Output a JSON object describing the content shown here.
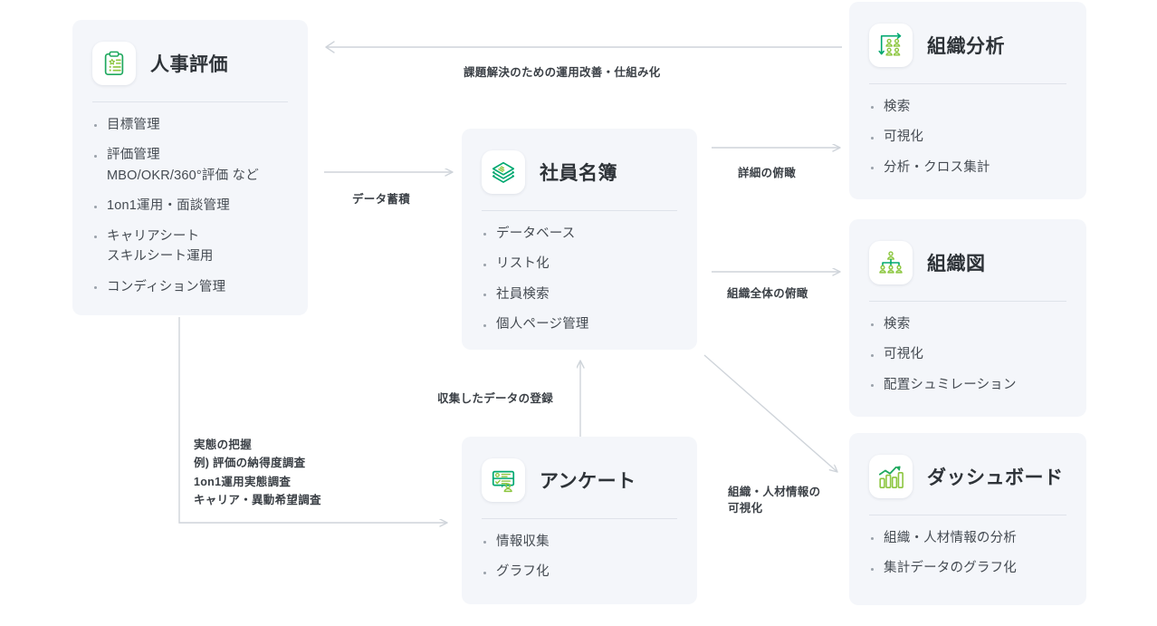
{
  "diagram": {
    "title": "HR system relationship diagram",
    "accent_color": "#22b573",
    "card_bg": "#f4f6fa",
    "arrow_color": "#cfd4da"
  },
  "cards": {
    "hr_evaluation": {
      "title": "人事評価",
      "icon": "clipboard-check-icon",
      "items": [
        {
          "main": "目標管理",
          "sub": ""
        },
        {
          "main": "評価管理",
          "sub": "MBO/OKR/360°評価 など"
        },
        {
          "main": "1on1運用・面談管理",
          "sub": ""
        },
        {
          "main": "キャリアシート",
          "sub": "スキルシート運用"
        },
        {
          "main": "コンディション管理",
          "sub": ""
        }
      ]
    },
    "employee_roster": {
      "title": "社員名簿",
      "icon": "layers-stack-icon",
      "items": [
        {
          "main": "データベース",
          "sub": ""
        },
        {
          "main": "リスト化",
          "sub": ""
        },
        {
          "main": "社員検索",
          "sub": ""
        },
        {
          "main": "個人ページ管理",
          "sub": ""
        }
      ]
    },
    "survey": {
      "title": "アンケート",
      "icon": "survey-form-icon",
      "items": [
        {
          "main": "情報収集",
          "sub": ""
        },
        {
          "main": "グラフ化",
          "sub": ""
        }
      ]
    },
    "org_analysis": {
      "title": "組織分析",
      "icon": "org-analysis-icon",
      "items": [
        {
          "main": "検索",
          "sub": ""
        },
        {
          "main": "可視化",
          "sub": ""
        },
        {
          "main": "分析・クロス集計",
          "sub": ""
        }
      ]
    },
    "org_chart": {
      "title": "組織図",
      "icon": "org-chart-icon",
      "items": [
        {
          "main": "検索",
          "sub": ""
        },
        {
          "main": "可視化",
          "sub": ""
        },
        {
          "main": "配置シュミレーション",
          "sub": ""
        }
      ]
    },
    "dashboard": {
      "title": "ダッシュボード",
      "icon": "bar-chart-trend-icon",
      "items": [
        {
          "main": "組織・人材情報の分析",
          "sub": ""
        },
        {
          "main": "集計データのグラフ化",
          "sub": ""
        }
      ]
    }
  },
  "edges": {
    "feedback_loop": "課題解決のための運用改善・仕組み化",
    "data_accumulation": "データ蓄積",
    "detail_overview": "詳細の俯瞰",
    "whole_org_overview": "組織全体の俯瞰",
    "info_visualization": "組織・人材情報の\n可視化",
    "collected_data_registration": "収集したデータの登録",
    "survey_note": "実態の把握\n例) 評価の納得度調査\n1on1運用実態調査\nキャリア・異動希望調査"
  }
}
